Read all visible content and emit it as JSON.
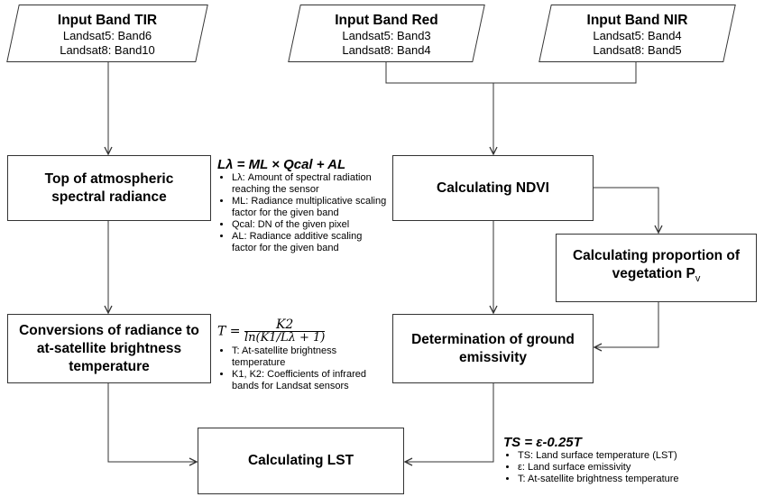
{
  "inputs": {
    "tir": {
      "title": "Input Band TIR",
      "line1": "Landsat5: Band6",
      "line2": "Landsat8: Band10"
    },
    "red": {
      "title": "Input Band Red",
      "line1": "Landsat5: Band3",
      "line2": "Landsat8: Band4"
    },
    "nir": {
      "title": "Input Band NIR",
      "line1": "Landsat5: Band4",
      "line2": "Landsat8: Band5"
    }
  },
  "steps": {
    "radiance": {
      "line1": "Top of atmospheric",
      "line2": "spectral radiance"
    },
    "brightness": {
      "line1": "Conversions of radiance to",
      "line2": "at-satellite brightness",
      "line3": "temperature"
    },
    "lst": {
      "label": "Calculating LST"
    },
    "ndvi": {
      "label": "Calculating NDVI"
    },
    "pv": {
      "line1": "Calculating proportion of",
      "line2": "vegetation P",
      "sub": "v"
    },
    "emissivity": {
      "line1": "Determination of ground",
      "line2": "emissivity"
    }
  },
  "notes": {
    "radiance": {
      "formula": "Lλ = ML × Qcal + AL",
      "items": [
        "Lλ: Amount of spectral radiation reaching the sensor",
        "ML: Radiance multiplicative scaling factor for the given band",
        "Qcal: DN of the given pixel",
        "AL: Radiance additive scaling factor for the given band"
      ]
    },
    "brightness": {
      "lhs": "T =",
      "numerator": "K2",
      "denominator": "ln(K1/Lλ + 1)",
      "items": [
        "T: At-satellite brightness temperature",
        "K1, K2: Coefficients of infrared bands for Landsat sensors"
      ]
    },
    "lst": {
      "formula": "TS = ε-0.25T",
      "items": [
        "TS: Land surface temperature (LST)",
        "ε: Land surface emissivity",
        "T: At-satellite brightness temperature"
      ]
    }
  }
}
